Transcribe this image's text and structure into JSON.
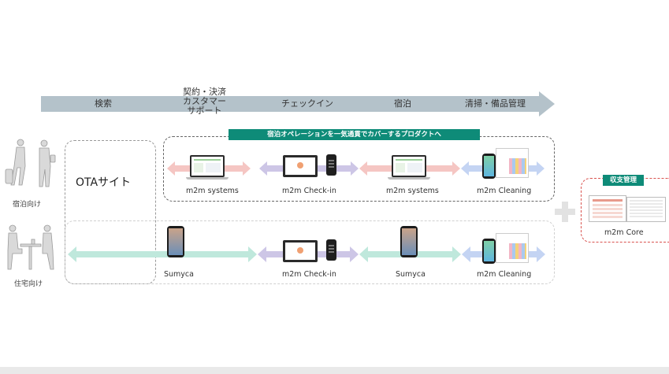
{
  "flow": {
    "stages": [
      "検索",
      "契約・決済\nカスタマー\nサポート",
      "チェックイン",
      "宿泊",
      "清掃・備品管理"
    ]
  },
  "banner": "宿泊オペレーションを一気通貫でカバーするプロダクトへ",
  "segments": {
    "lodging": "宿泊向け",
    "residential": "住宅向け"
  },
  "ota_label": "OTAサイト",
  "row1_products": [
    "m2m systems",
    "m2m Check-in",
    "m2m systems",
    "m2m Cleaning"
  ],
  "row2_products": [
    "Sumyca",
    "m2m Check-in",
    "Sumyca",
    "m2m Cleaning"
  ],
  "core": {
    "badge": "収支管理",
    "label": "m2m Core"
  },
  "colors": {
    "flow_arrow": "#b4c2ca",
    "teal": "#0e8b78",
    "pink": "#f5c6c3",
    "purple": "#cdc6e6",
    "mint": "#bfe8dc",
    "blue": "#c4d4f3",
    "core_border": "#d9534f"
  }
}
